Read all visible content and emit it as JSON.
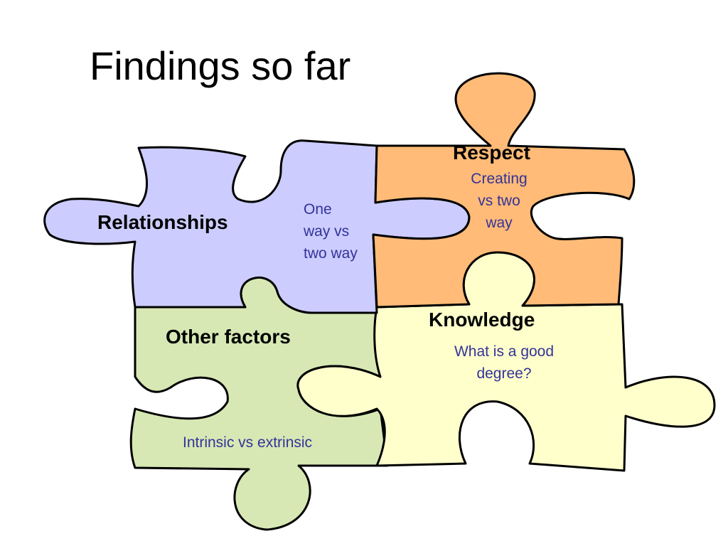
{
  "title": "Findings so far",
  "colors": {
    "relationships": "#ccccff",
    "respect": "#ffbb77",
    "knowledge": "#ffffcc",
    "other_factors": "#d7e8b4",
    "outline": "#000000",
    "note_text": "#333399"
  },
  "pieces": {
    "relationships": {
      "heading": "Relationships",
      "note": [
        "One",
        "way vs",
        "two way"
      ]
    },
    "respect": {
      "heading": "Respect",
      "note": [
        "Creating",
        "vs two",
        "way"
      ]
    },
    "knowledge": {
      "heading": "Knowledge",
      "note": [
        "What is a good",
        "degree?"
      ]
    },
    "other_factors": {
      "heading": "Other factors",
      "note": [
        "Intrinsic vs extrinsic"
      ]
    }
  }
}
